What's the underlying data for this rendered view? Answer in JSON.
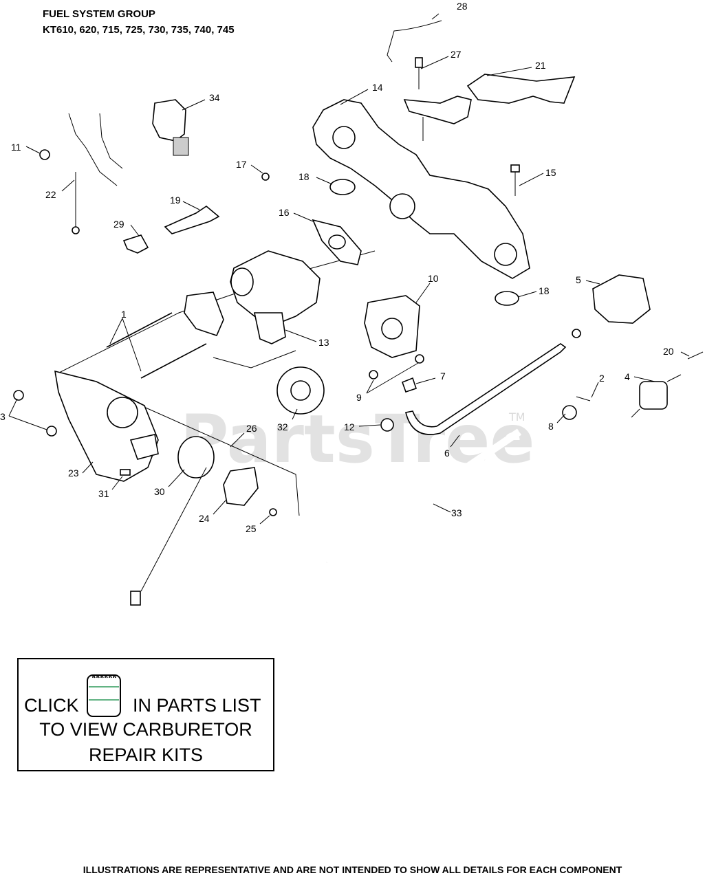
{
  "header": {
    "title": "FUEL SYSTEM GROUP",
    "models": "KT610, 620, 715, 725, 730, 735, 740, 745"
  },
  "watermark": {
    "text": "PartsTree",
    "trademark": "TM"
  },
  "callouts": {
    "c1": "1",
    "c2": "2",
    "c3": "3",
    "c4": "4",
    "c5": "5",
    "c6": "6",
    "c7": "7",
    "c8": "8",
    "c9": "9",
    "c10": "10",
    "c11": "11",
    "c12": "12",
    "c13": "13",
    "c14": "14",
    "c15": "15",
    "c16": "16",
    "c17": "17",
    "c18a": "18",
    "c18b": "18",
    "c19": "19",
    "c20": "20",
    "c21": "21",
    "c22": "22",
    "c23": "23",
    "c24": "24",
    "c25": "25",
    "c26": "26",
    "c27": "27",
    "c28": "28",
    "c29": "29",
    "c30": "30",
    "c31": "31",
    "c32": "32",
    "c33": "33",
    "c34": "34"
  },
  "note": {
    "prefix": "CLICK",
    "suffix": "IN PARTS LIST",
    "line2": "TO VIEW CARBURETOR",
    "line3": "REPAIR KITS",
    "icon": "notepad-icon"
  },
  "footer": "ILLUSTRATIONS ARE REPRESENTATIVE AND ARE NOT INTENDED TO SHOW ALL DETAILS FOR EACH COMPONENT"
}
